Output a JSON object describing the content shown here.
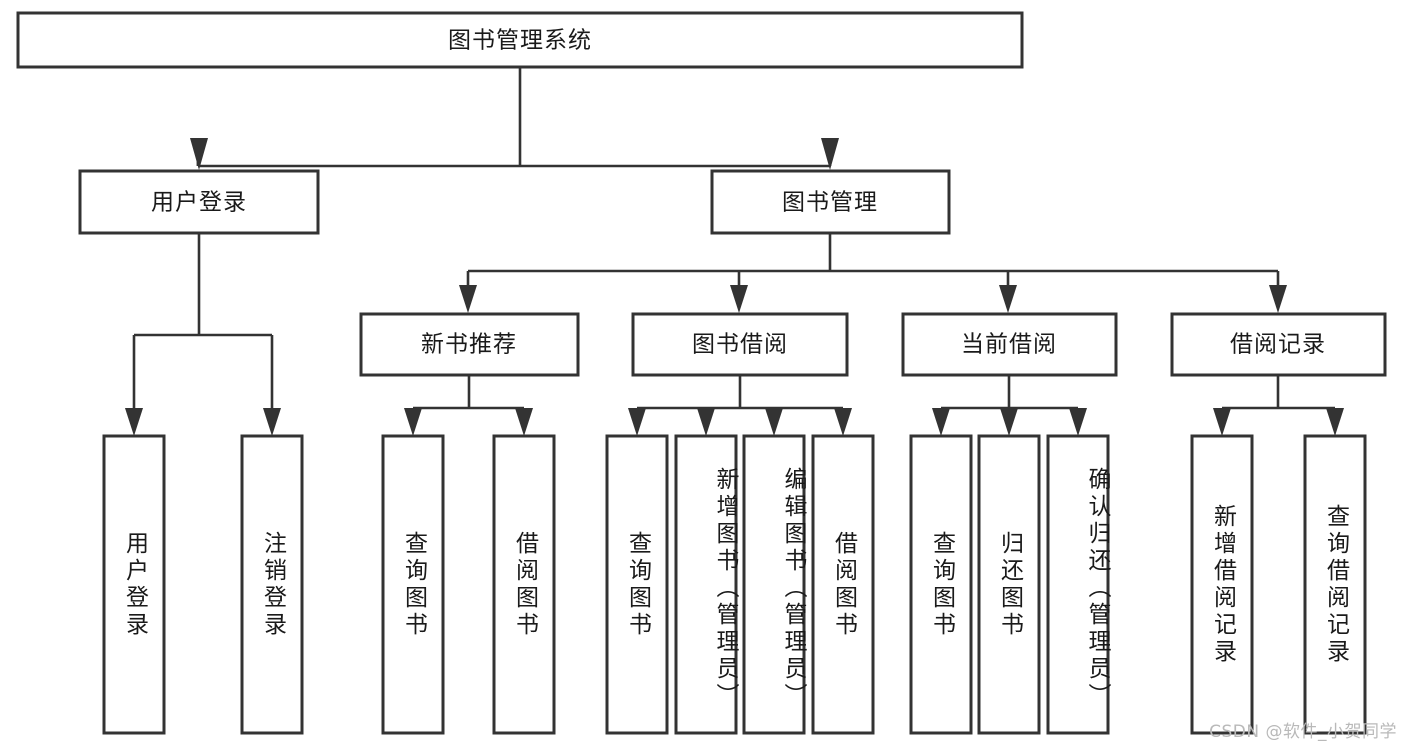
{
  "diagram": {
    "title": "图书管理系统",
    "type": "hierarchy-tree",
    "watermark": "CSDN @软件_小贺同学",
    "colors": {
      "box_stroke": "#333333",
      "box_fill": "#ffffff",
      "connector": "#333333",
      "text": "#1a1a1a",
      "watermark": "#b9b9b9",
      "background": "#ffffff"
    },
    "levels": {
      "root": {
        "label": "图书管理系统"
      },
      "level2": [
        {
          "label": "用户登录"
        },
        {
          "label": "图书管理"
        }
      ],
      "level3": [
        {
          "label": "新书推荐"
        },
        {
          "label": "图书借阅"
        },
        {
          "label": "当前借阅"
        },
        {
          "label": "借阅记录"
        }
      ],
      "leaves": {
        "user_login": [
          {
            "label": "用户登录"
          },
          {
            "label": "注销登录"
          }
        ],
        "new_book_recommend": [
          {
            "label": "查询图书"
          },
          {
            "label": "借阅图书"
          }
        ],
        "book_borrow": [
          {
            "label": "查询图书"
          },
          {
            "label": "新增图书（管理员）"
          },
          {
            "label": "编辑图书（管理员）"
          },
          {
            "label": "借阅图书"
          }
        ],
        "current_borrow": [
          {
            "label": "查询图书"
          },
          {
            "label": "归还图书"
          },
          {
            "label": "确认归还（管理员）"
          }
        ],
        "borrow_record": [
          {
            "label": "新增借阅记录"
          },
          {
            "label": "查询借阅记录"
          }
        ]
      }
    }
  }
}
